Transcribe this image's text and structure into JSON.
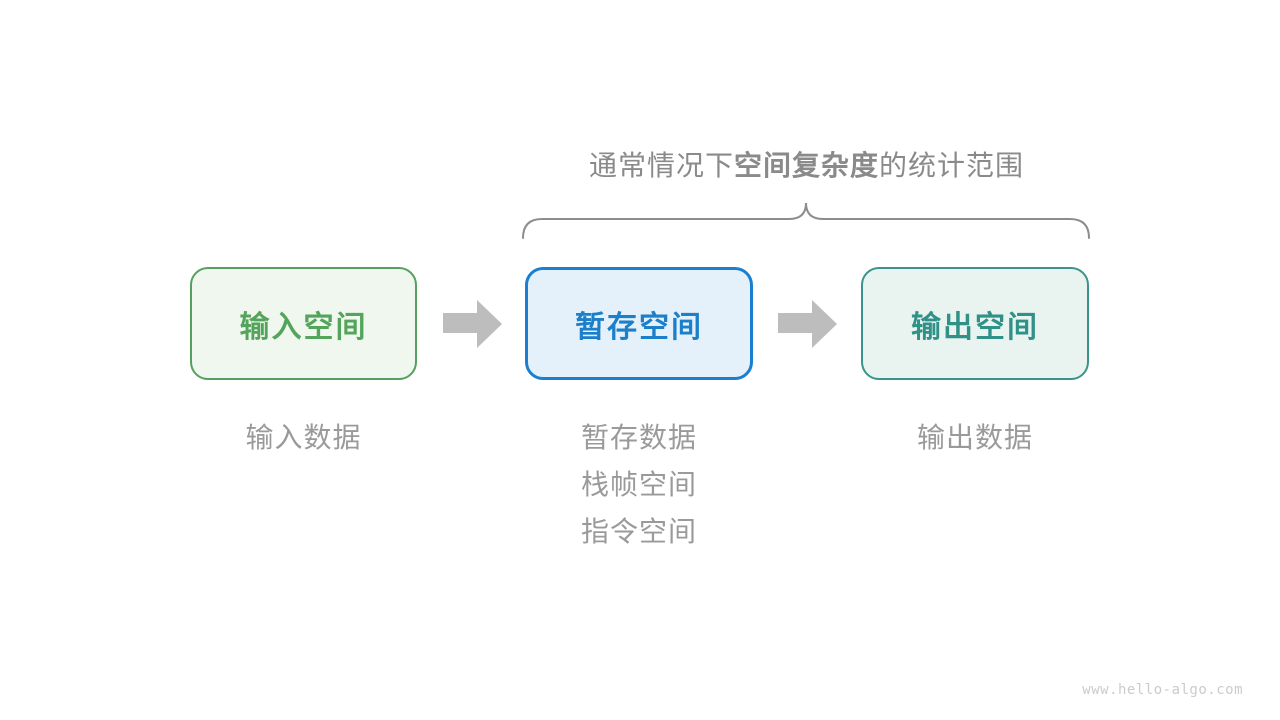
{
  "annotation": {
    "prefix": "通常情况下",
    "emphasis": "空间复杂度",
    "suffix": "的统计范围",
    "text_color": "#8a8a8a",
    "brace_color": "#8d8d8d"
  },
  "boxes": [
    {
      "label": "输入空间",
      "border_color": "#55a05e",
      "fill_color": "#eff7ee",
      "text_color": "#54a45c"
    },
    {
      "label": "暂存空间",
      "border_color": "#1b7fd1",
      "fill_color": "#e5f1fa",
      "text_color": "#1b7fc9"
    },
    {
      "label": "输出空间",
      "border_color": "#3b948b",
      "fill_color": "#e9f4f0",
      "text_color": "#2f9187"
    }
  ],
  "arrow": {
    "color": "#bdbdbd"
  },
  "captions": {
    "color": "#9a9a9a",
    "columns": [
      {
        "lines": [
          "输入数据"
        ]
      },
      {
        "lines": [
          "暂存数据",
          "栈帧空间",
          "指令空间"
        ]
      },
      {
        "lines": [
          "输出数据"
        ]
      }
    ]
  },
  "watermark": {
    "text": "www.hello-algo.com",
    "color": "#cbcbcb"
  }
}
